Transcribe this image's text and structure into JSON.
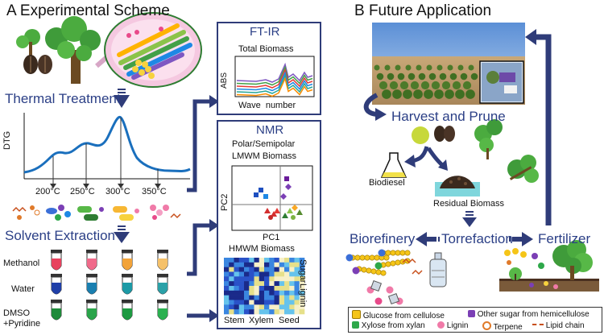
{
  "panel_a": {
    "title": "A  Experimental Scheme",
    "thermal_treatment": "Thermal Treatment",
    "dtg_label": "DTG",
    "temperatures": [
      "200°C",
      "250°C",
      "300°C",
      "350°C"
    ],
    "solvent_extraction": "Solvent Extraction",
    "solvents": [
      "Methanol",
      "Water",
      "DMSO\n+Pyridine"
    ]
  },
  "ftir": {
    "title": "FT-IR",
    "subtitle": "Total Biomass",
    "ylabel": "ABS",
    "xlabel": "Wave  number"
  },
  "nmr": {
    "title": "NMR",
    "group_label_1": "Polar/Semipolar",
    "group_label_2": "LMWM Biomass",
    "pc2": "PC2",
    "pc1": "PC1",
    "hmwm": "HMWM Biomass",
    "side_labels": [
      "Sugar",
      "Lignin"
    ],
    "bottom_labels": [
      "Stem",
      "Xylem",
      "Seed"
    ]
  },
  "panel_b": {
    "title": "B  Future Application",
    "harvest": "Harvest and Prune",
    "biodiesel": "Biodiesel",
    "residual": "Residual Biomass",
    "biorefinery": "Biorefinery",
    "torrefaction": "Torrefaction",
    "fertilizer": "Fertilizer"
  },
  "legend": {
    "items": [
      {
        "label": "Glucose from cellulose",
        "icon": "hexagon-yellow-icon",
        "color": "#f5c518"
      },
      {
        "label": "Other sugar from hemicellulose",
        "icon": "pentagon-purple-icon",
        "color": "#7b3fb5"
      },
      {
        "label": "Xylose from xylan",
        "icon": "pentagon-green-icon",
        "color": "#2ea84a"
      },
      {
        "label": "Lignin",
        "icon": "circle-pink-icon",
        "color": "#f07aa8"
      },
      {
        "label": "Terpene",
        "icon": "hexagon-outline-orange-icon",
        "color": "#e07a2a"
      },
      {
        "label": "Lipid chain",
        "icon": "zigzag-orange-icon",
        "color": "#c8501c"
      }
    ]
  },
  "colors": {
    "arrow_navy": "#2f3c79",
    "dtg_curve": "#1a6fbd",
    "title_blue": "#2b3f86"
  }
}
